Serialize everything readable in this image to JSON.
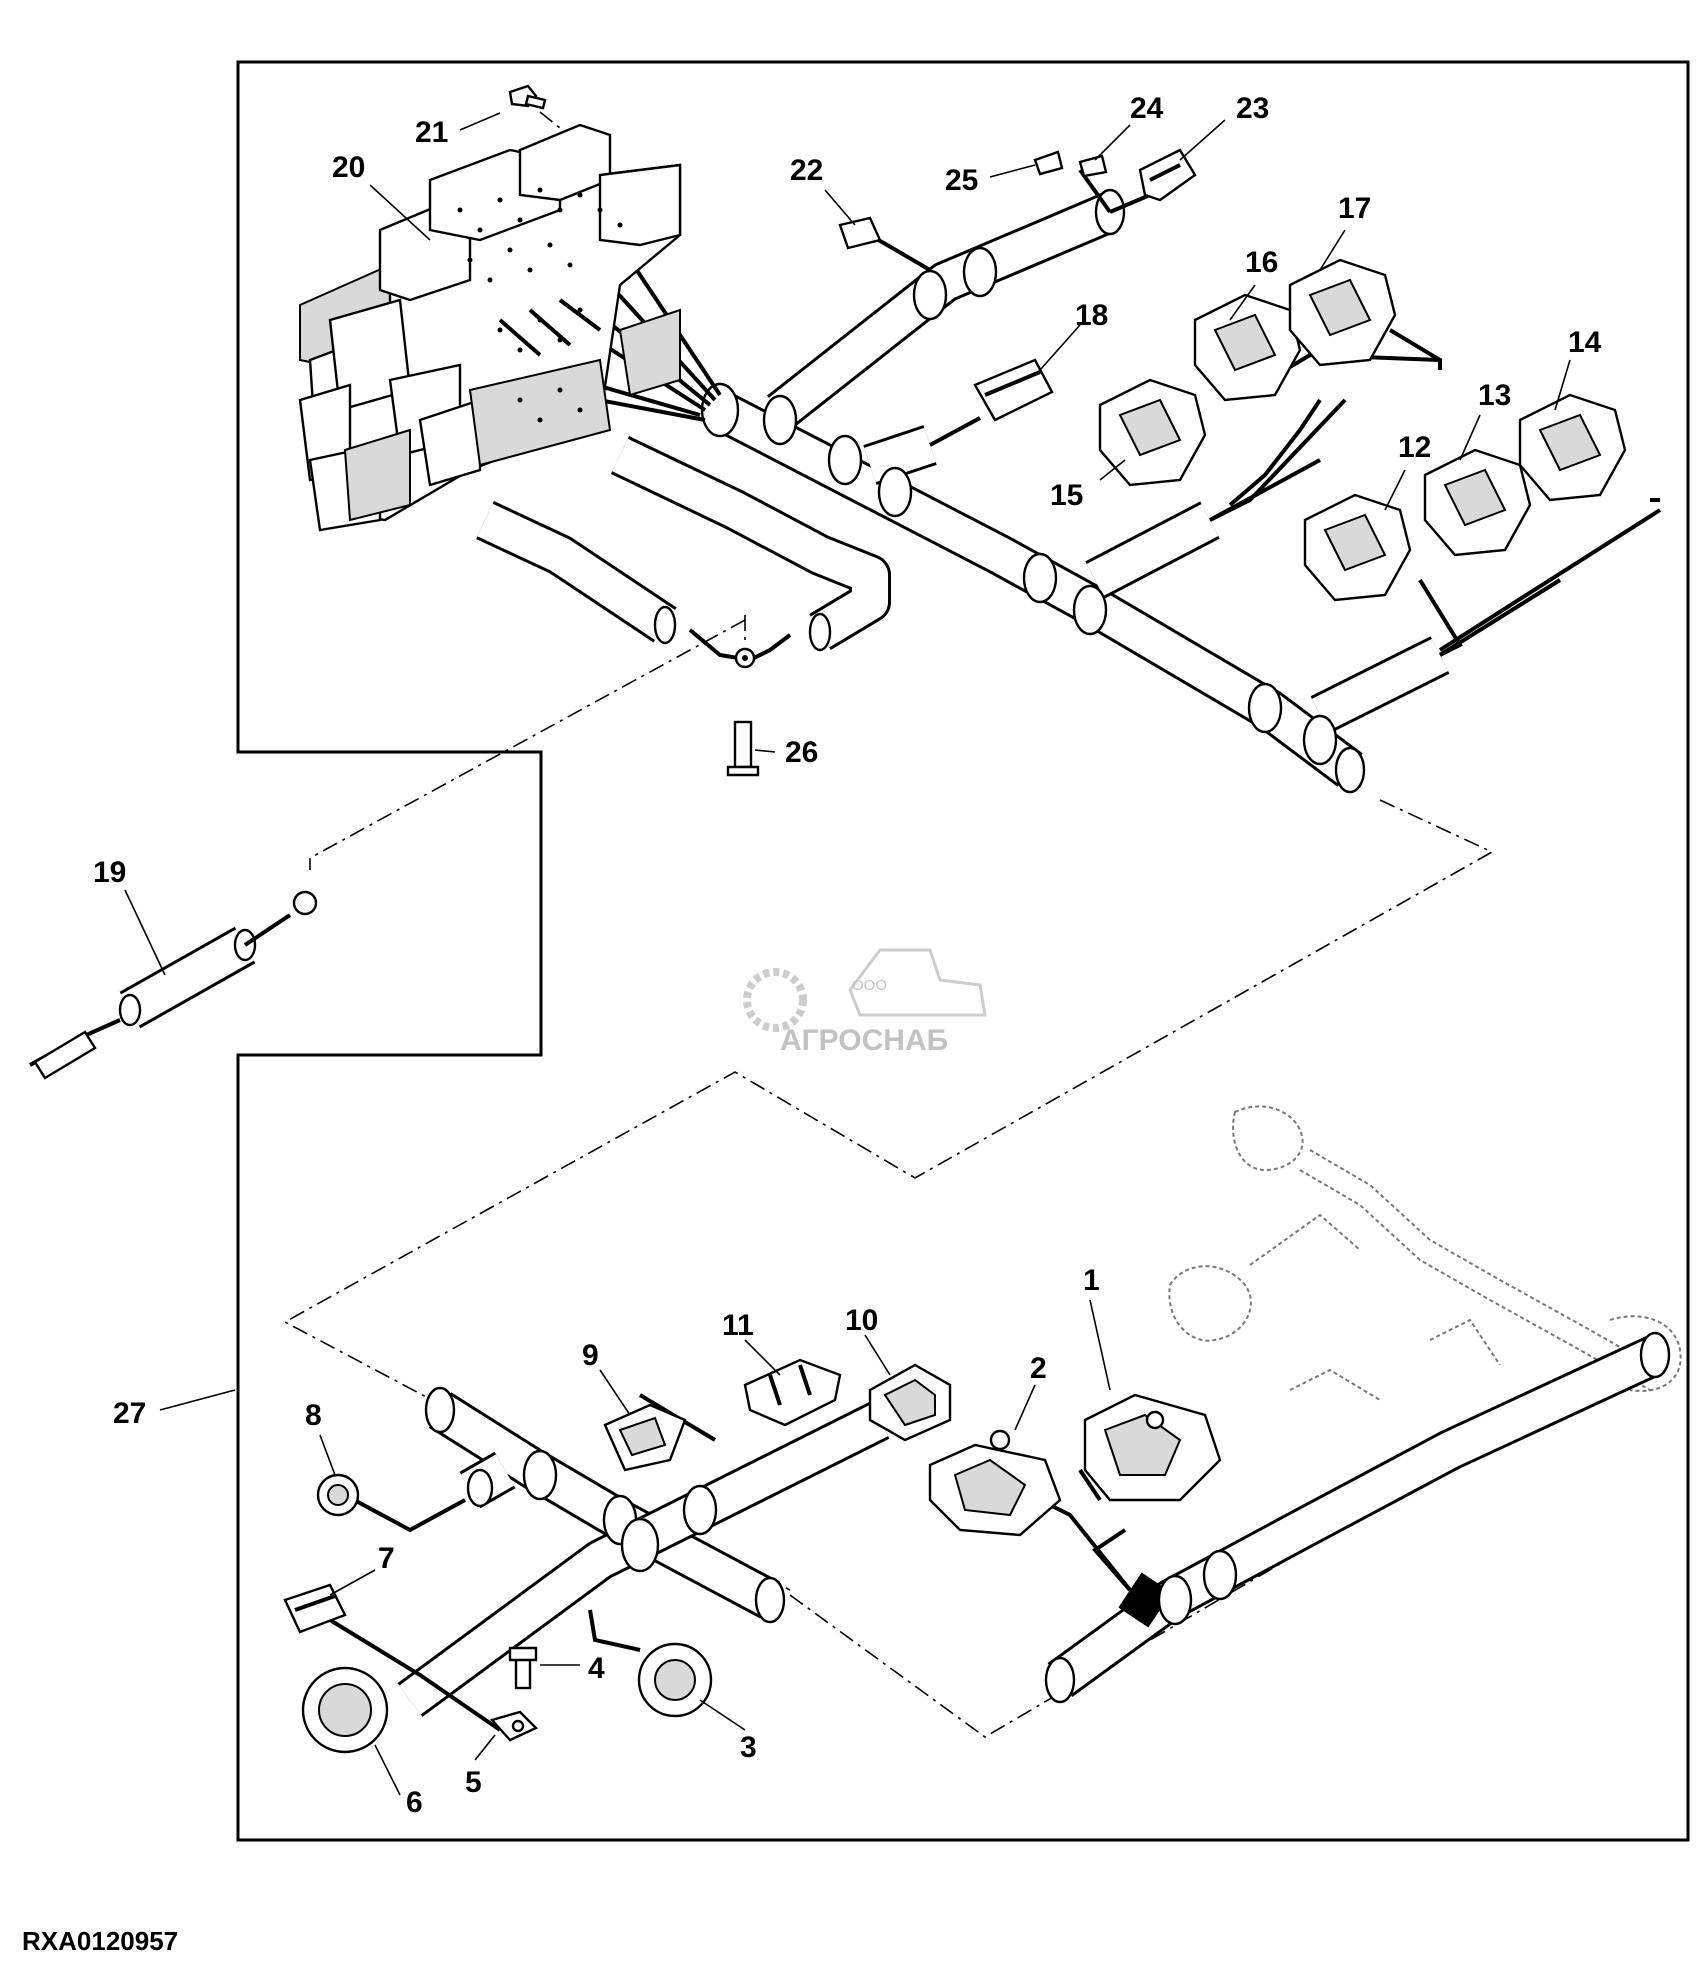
{
  "figure_id": "RXA0120957",
  "watermark": {
    "brand": "АГРОСНАБ",
    "prefix": "ООО",
    "icon": "gear-tractor-logo"
  },
  "callouts": [
    {
      "id": "c1",
      "text": "1"
    },
    {
      "id": "c2",
      "text": "2"
    },
    {
      "id": "c3",
      "text": "3"
    },
    {
      "id": "c4",
      "text": "4"
    },
    {
      "id": "c5",
      "text": "5"
    },
    {
      "id": "c6",
      "text": "6"
    },
    {
      "id": "c7",
      "text": "7"
    },
    {
      "id": "c8",
      "text": "8"
    },
    {
      "id": "c9",
      "text": "9"
    },
    {
      "id": "c10",
      "text": "10"
    },
    {
      "id": "c11",
      "text": "11"
    },
    {
      "id": "c12",
      "text": "12"
    },
    {
      "id": "c13",
      "text": "13"
    },
    {
      "id": "c14",
      "text": "14"
    },
    {
      "id": "c15",
      "text": "15"
    },
    {
      "id": "c16",
      "text": "16"
    },
    {
      "id": "c17",
      "text": "17"
    },
    {
      "id": "c18",
      "text": "18"
    },
    {
      "id": "c19",
      "text": "19"
    },
    {
      "id": "c20",
      "text": "20"
    },
    {
      "id": "c21",
      "text": "21"
    },
    {
      "id": "c22",
      "text": "22"
    },
    {
      "id": "c23",
      "text": "23"
    },
    {
      "id": "c24",
      "text": "24"
    },
    {
      "id": "c25",
      "text": "25"
    },
    {
      "id": "c26",
      "text": "26"
    },
    {
      "id": "c27",
      "text": "27"
    }
  ]
}
